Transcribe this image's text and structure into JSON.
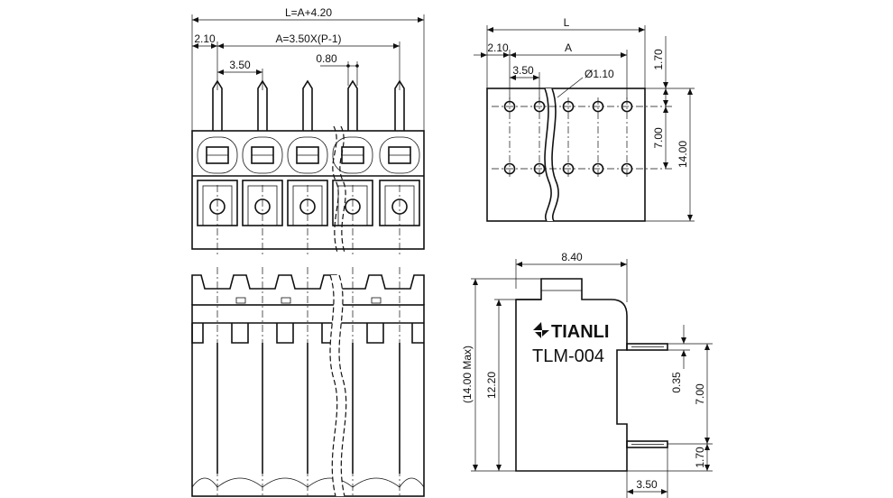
{
  "front_view": {
    "dim_total": "L=A+4.20",
    "dim_offset": "2.10",
    "dim_span": "A=3.50X(P-1)",
    "dim_pitch": "3.50",
    "dim_pin": "0.80"
  },
  "pcb_view": {
    "dim_total": "L",
    "dim_offset": "2.10",
    "dim_span": "A",
    "dim_pitch": "3.50",
    "dim_hole": "Ø1.10",
    "dim_top": "1.70",
    "dim_row": "7.00",
    "dim_height": "14.00"
  },
  "side_view": {
    "dim_width": "8.40",
    "dim_max": "(14.00 Max)",
    "dim_body": "12.20",
    "brand": "TIANLI",
    "model": "TLM-004",
    "dim_pin": "0.35",
    "dim_row": "7.00",
    "dim_bottom": "1.70",
    "dim_pitch": "3.50"
  }
}
